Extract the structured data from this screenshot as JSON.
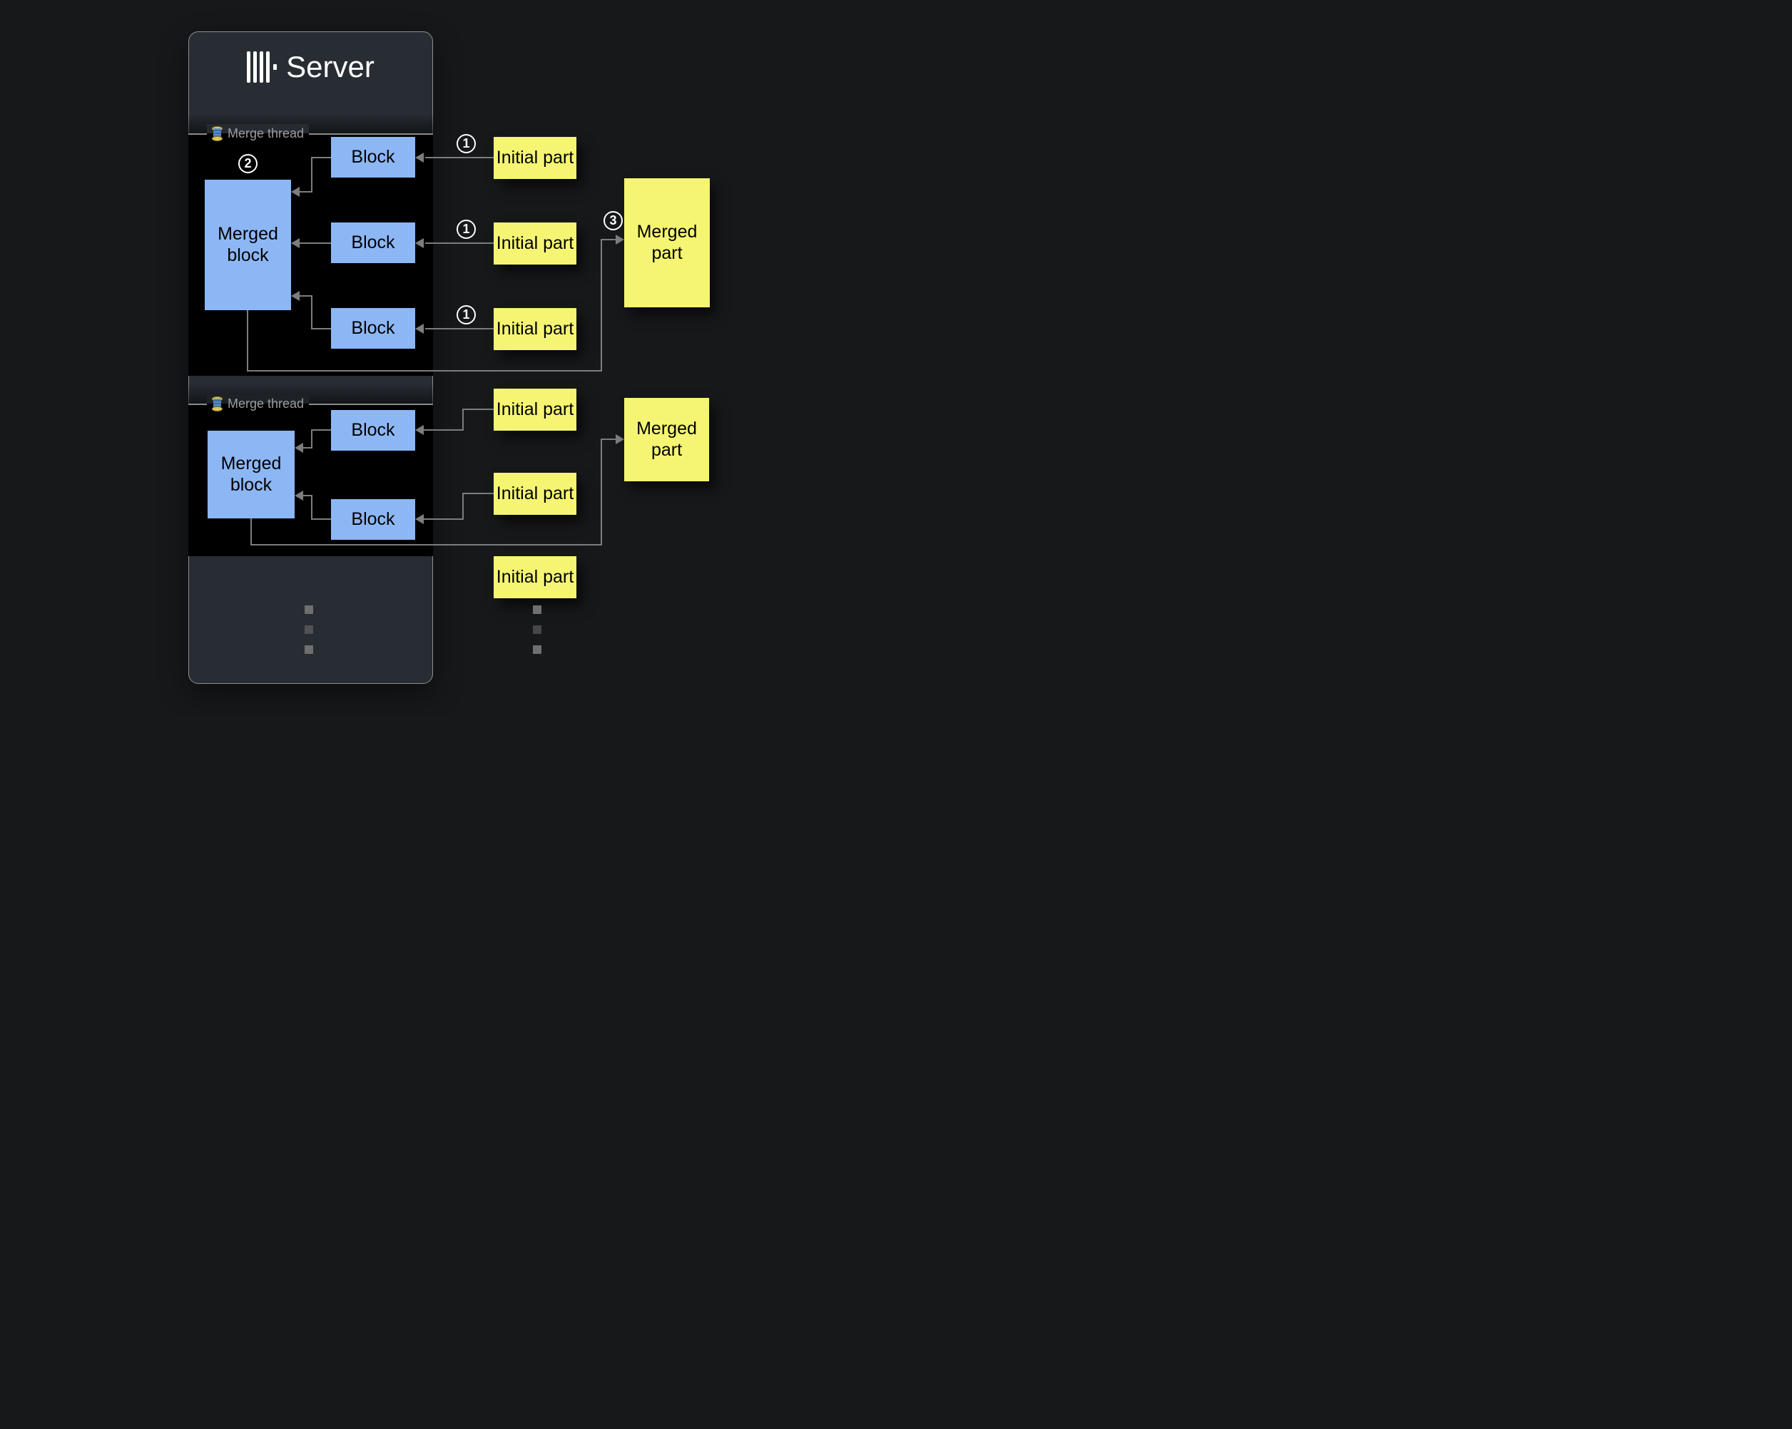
{
  "server": {
    "title": "Server"
  },
  "merge_threads": [
    {
      "label": "Merge thread",
      "merged_block": "Merged block",
      "blocks": [
        "Block",
        "Block",
        "Block"
      ]
    },
    {
      "label": "Merge thread",
      "merged_block": "Merged block",
      "blocks": [
        "Block",
        "Block"
      ]
    }
  ],
  "initial_parts": [
    "Initial part",
    "Initial part",
    "Initial part",
    "Initial part",
    "Initial part",
    "Initial part"
  ],
  "merged_parts": [
    "Merged part",
    "Merged part"
  ],
  "badges": {
    "step1": "1",
    "step2": "2",
    "step3": "3"
  },
  "icons": {
    "logo": "clickhouse-logo",
    "thread": "thread-spool-icon",
    "ellipsis": "vertical-ellipsis-dots"
  },
  "colors": {
    "background": "#17181a",
    "panel": "#282d34",
    "panel_border": "#8e9088",
    "black_box": "#000000",
    "block_blue": "#8db7f4",
    "part_yellow": "#f5f573",
    "line_gray": "#7d7d7d",
    "label_gray": "#9c9c9c",
    "badge_white": "#ffffff",
    "title_white": "#ffffff",
    "dot_gray": "#6f6f6f"
  }
}
